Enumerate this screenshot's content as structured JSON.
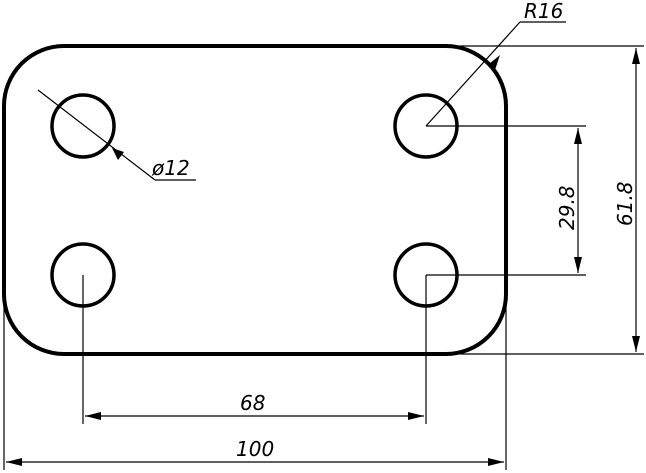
{
  "dimensions": {
    "radius_label": "R16",
    "diameter_label": "ø12",
    "overall_width": "100",
    "hole_spacing_x": "68",
    "overall_height": "61.8",
    "hole_spacing_y": "29.8"
  }
}
